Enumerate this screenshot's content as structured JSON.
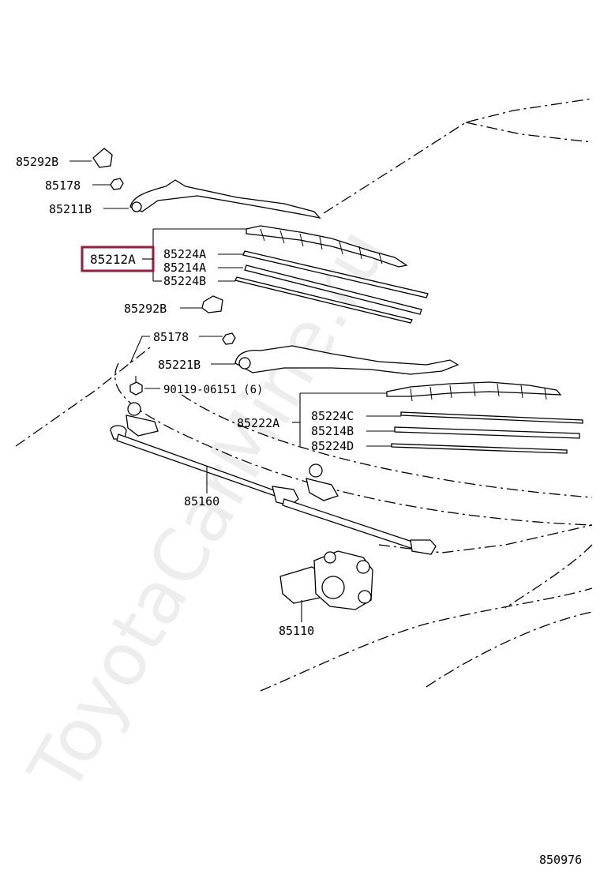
{
  "diagram": {
    "figure_number": "850976",
    "watermark": "ToyotaCarMine.ru",
    "highlight_color": "#9b1b3b",
    "labels": {
      "p85292B_top": "85292B",
      "p85178_top": "85178",
      "p85211B": "85211B",
      "p85212A": "85212A",
      "p85224A": "85224A",
      "p85214A": "85214A",
      "p85224B": "85224B",
      "p85292B_mid": "85292B",
      "p85178_mid": "85178",
      "p85221B": "85221B",
      "p90119": "90119-06151 (6)",
      "p85222A": "85222A",
      "p85224C": "85224C",
      "p85214B": "85214B",
      "p85224D": "85224D",
      "p85160": "85160",
      "p85110": "85110"
    }
  }
}
